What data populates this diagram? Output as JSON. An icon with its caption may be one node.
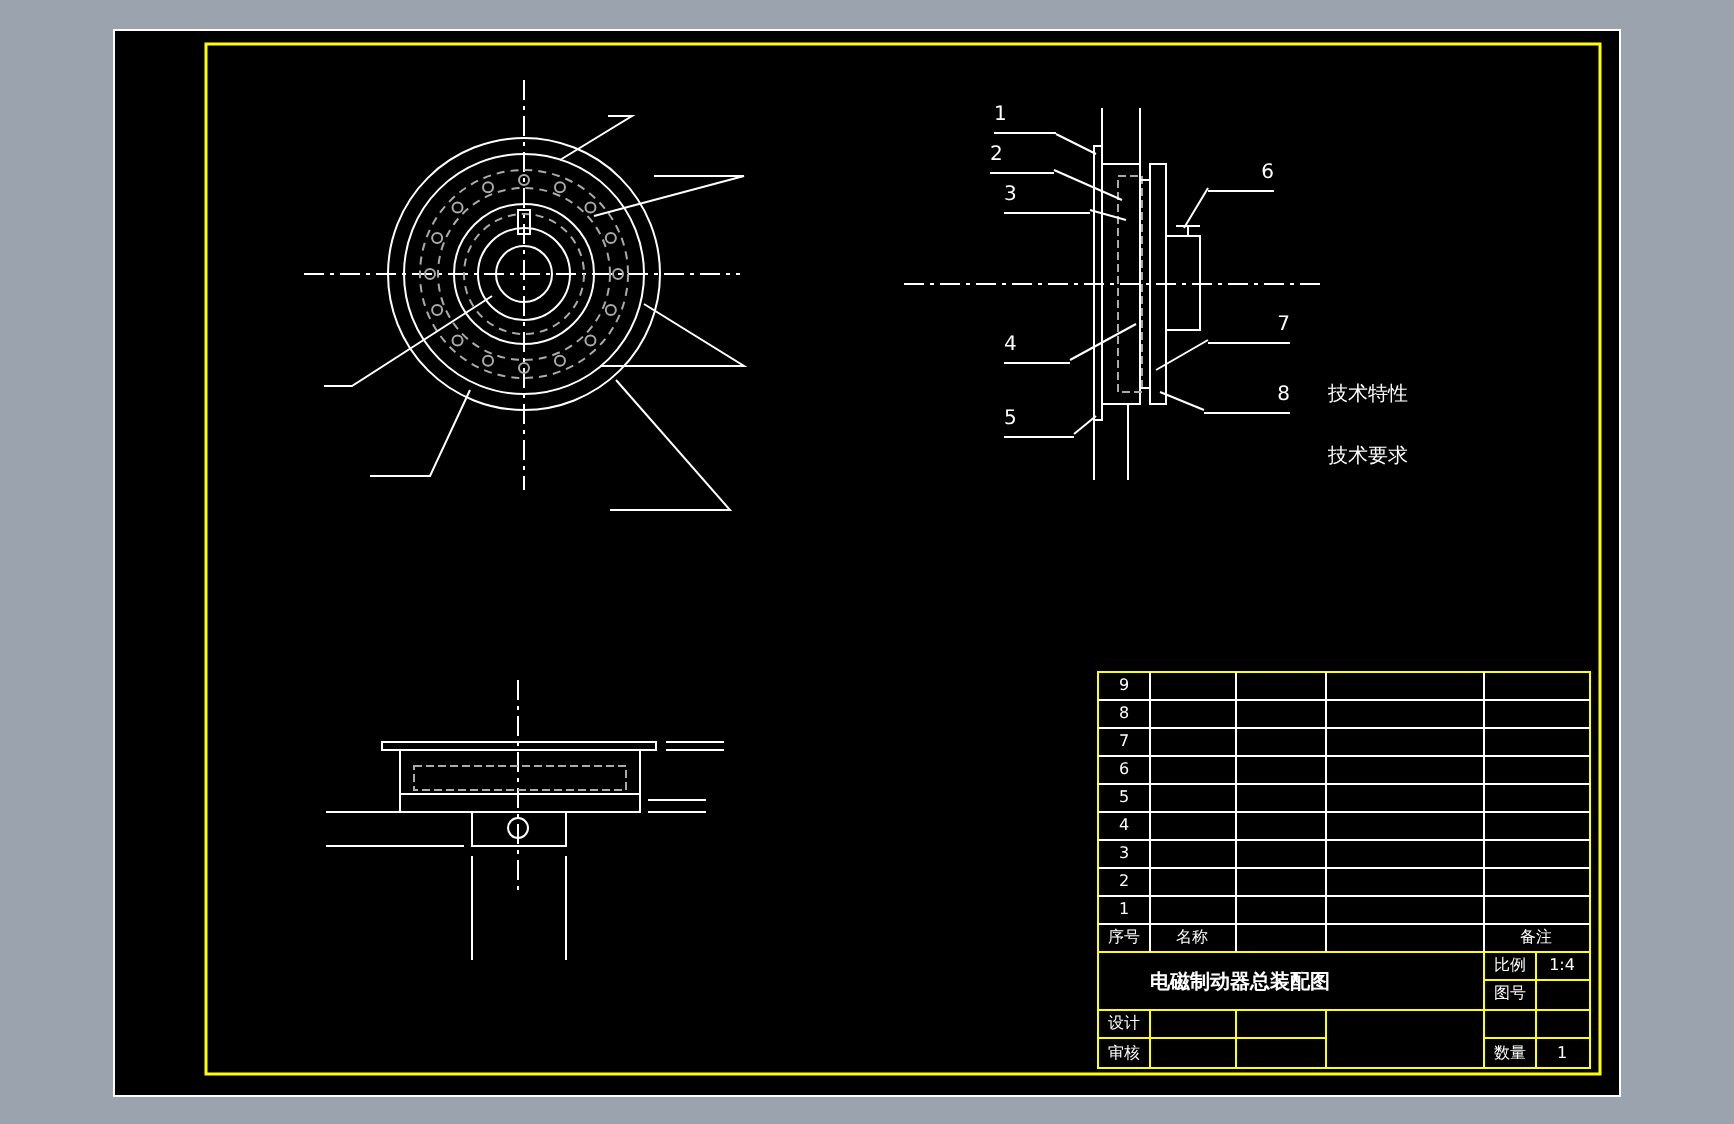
{
  "diagram": {
    "title": "电磁制动器总装配图",
    "nodes": [
      {
        "text": [
          "1"
        ]
      },
      {
        "text": [
          "2"
        ]
      },
      {
        "text": [
          "3"
        ]
      },
      {
        "text": [
          "4"
        ]
      },
      {
        "text": [
          "5"
        ]
      },
      {
        "text": [
          "6"
        ]
      },
      {
        "text": [
          "7"
        ]
      },
      {
        "text": [
          "8"
        ]
      }
    ],
    "edges": [
      {
        "from": 0,
        "to": null,
        "arrow": "none"
      },
      {
        "from": 1,
        "to": null,
        "arrow": "none"
      },
      {
        "from": 2,
        "to": null,
        "arrow": "none"
      },
      {
        "from": 3,
        "to": null,
        "arrow": "none"
      },
      {
        "from": 4,
        "to": null,
        "arrow": "none"
      },
      {
        "from": 5,
        "to": null,
        "arrow": "none"
      },
      {
        "from": 6,
        "to": null,
        "arrow": "none"
      },
      {
        "from": 7,
        "to": null,
        "arrow": "none"
      }
    ],
    "labels": [
      "技术特性",
      "技术要求",
      "序号",
      "名称",
      "备注",
      "9",
      "8",
      "7",
      "6",
      "5",
      "4",
      "3",
      "2",
      "1",
      "比例",
      "1:4",
      "图号",
      "设计",
      "审核",
      "数量",
      "1"
    ]
  }
}
